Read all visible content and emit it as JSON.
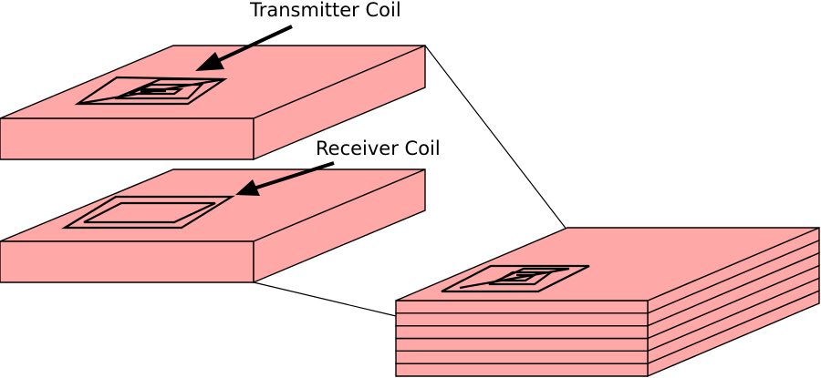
{
  "labels": {
    "transmitter_coil": "Transmitter Coil",
    "receiver_coil": "Receiver Coil"
  },
  "colors": {
    "slab_fill": "#ffa8a8",
    "line": "#000000",
    "background": "#ffffff"
  },
  "stack": {
    "layer_count": 6
  }
}
